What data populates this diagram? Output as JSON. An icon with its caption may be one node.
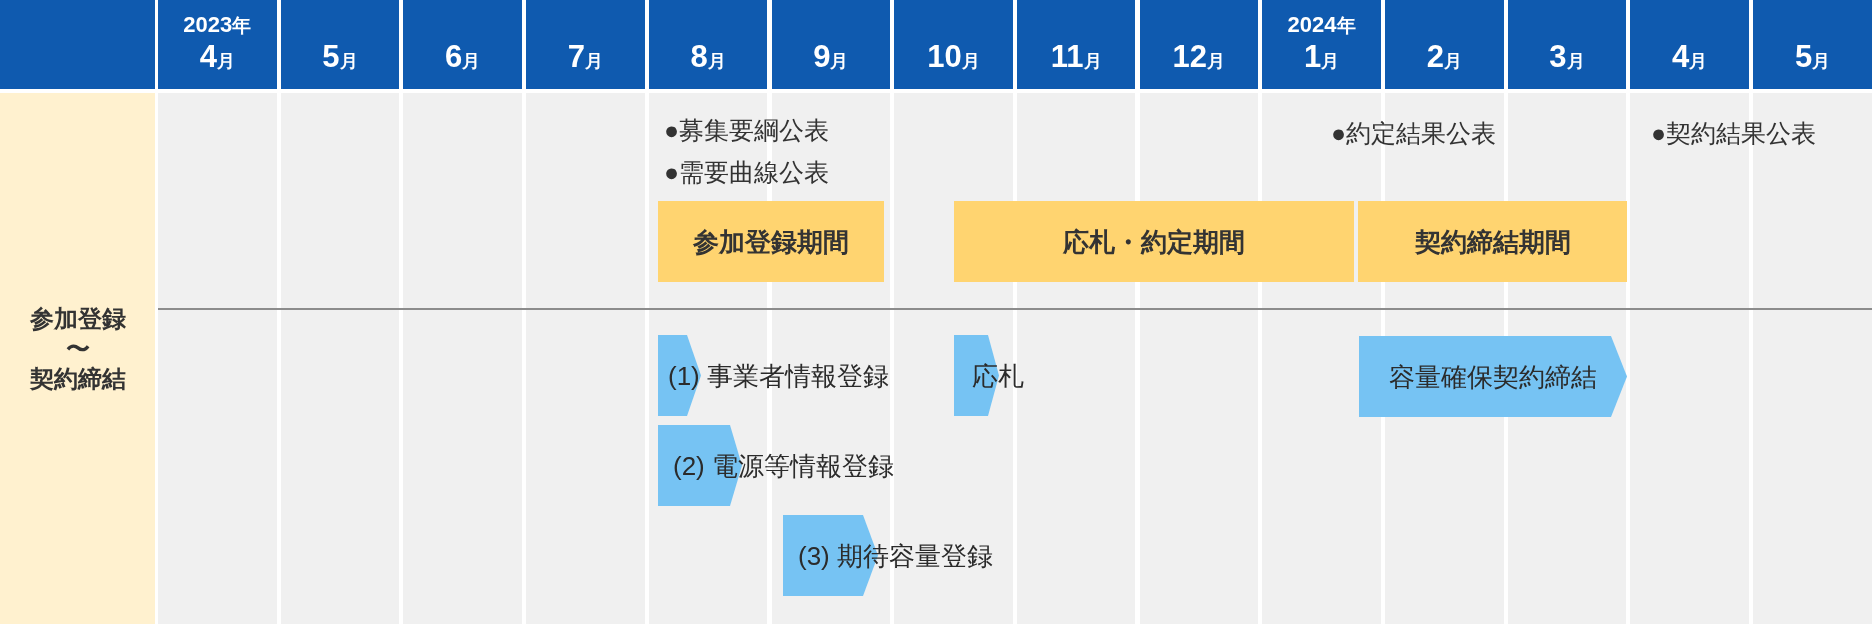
{
  "diagram": {
    "nodes": [
      {
        "text": [],
        "shape": "box"
      },
      {
        "text": [
          "2023年",
          "4月"
        ]
      },
      {
        "text": [
          "5月"
        ]
      },
      {
        "text": [
          "6月"
        ]
      },
      {
        "text": [
          "7月"
        ]
      },
      {
        "text": [
          "8月"
        ]
      },
      {
        "text": [
          "9月"
        ]
      },
      {
        "text": [
          "10月"
        ]
      },
      {
        "text": [
          "11月"
        ]
      },
      {
        "text": [
          "12月"
        ]
      },
      {
        "text": [
          "2024年",
          "1月"
        ]
      },
      {
        "text": [
          "2月"
        ]
      },
      {
        "text": [
          "3月"
        ]
      },
      {
        "text": [
          "4月"
        ]
      },
      {
        "text": [
          "5月"
        ]
      },
      {
        "text": [
          "参加登録",
          "〜",
          "契約締結"
        ]
      },
      {
        "text": [
          "参加登録期間"
        ]
      },
      {
        "text": [
          "応札・約定期間"
        ]
      },
      {
        "text": [
          "契約締結期間"
        ]
      },
      {
        "text": [
          "(1) 事業者情報登録"
        ]
      },
      {
        "text": [
          "応札"
        ]
      },
      {
        "text": [
          "容量確保契約締結"
        ]
      },
      {
        "text": [
          "(2) 電源等情報登録"
        ]
      },
      {
        "text": [
          "(3) 期待容量登録"
        ]
      }
    ],
    "labels": [
      "●募集要綱公表",
      "●需要曲線公表",
      "●約定結果公表",
      "●契約結果公表"
    ]
  }
}
